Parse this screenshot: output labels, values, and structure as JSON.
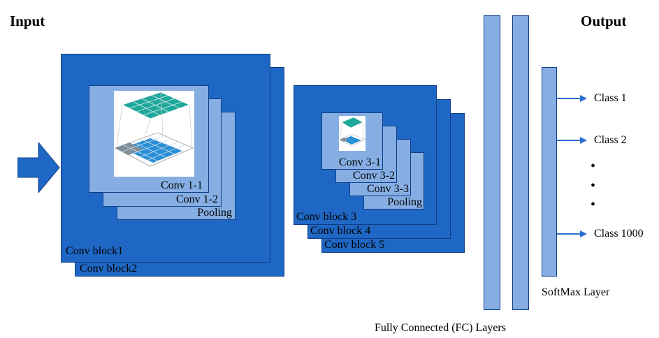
{
  "headers": {
    "input": "Input",
    "output": "Output"
  },
  "block_group_1": {
    "outer_labels": [
      "Conv block1",
      "Conv block2"
    ],
    "inner_labels": [
      "Conv 1-1",
      "Conv 1-2",
      "Pooling"
    ]
  },
  "block_group_2": {
    "outer_labels": [
      "Conv block 3",
      "Conv block 4",
      "Conv block 5"
    ],
    "inner_labels": [
      "Conv 3-1",
      "Conv 3-2",
      "Conv 3-3",
      "Pooling"
    ]
  },
  "fc": {
    "label": "Fully Connected (FC) Layers"
  },
  "softmax": {
    "label": "SoftMax Layer"
  },
  "classes": [
    "Class 1",
    "Class 2",
    "Class 1000"
  ],
  "ellipsis": "•",
  "colors": {
    "block_blue": "#1f67c4",
    "light_blue": "#86aee3",
    "border": "#0e3f86",
    "arrow": "#2a6fd0",
    "grid_teal": "#1aa59a",
    "grid_blue": "#1f8fd8"
  }
}
